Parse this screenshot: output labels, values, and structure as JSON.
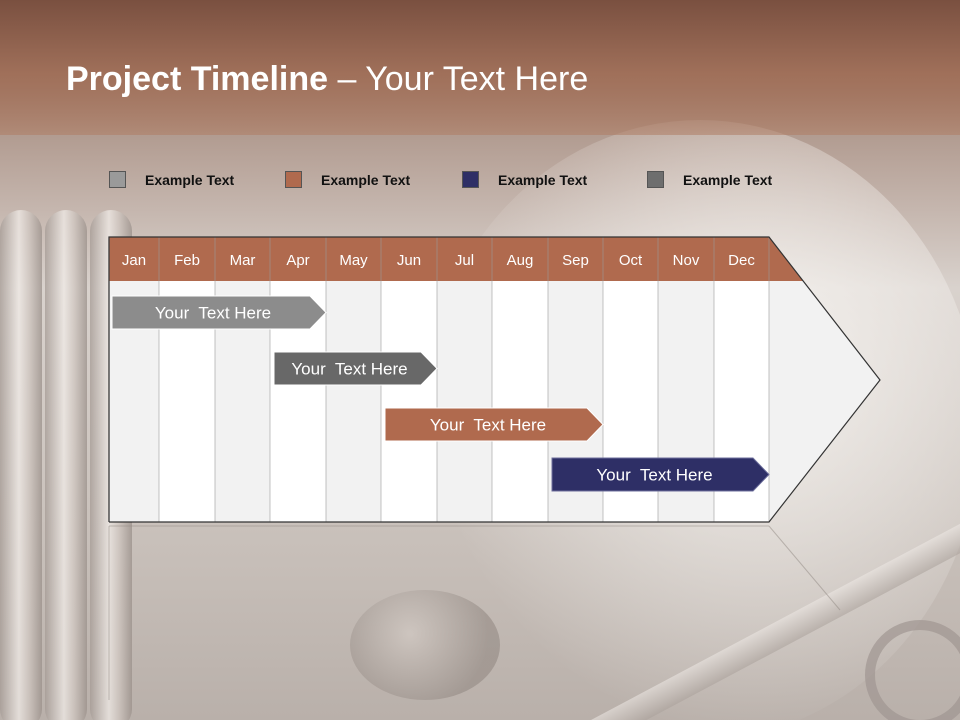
{
  "title": {
    "bold": "Project Timeline",
    "rest": " – Your Text Here"
  },
  "legend": [
    {
      "label": "Example Text",
      "color": "#9a9a9a"
    },
    {
      "label": "Example Text",
      "color": "#b06a4e"
    },
    {
      "label": "Example Text",
      "color": "#2e2f66"
    },
    {
      "label": "Example Text",
      "color": "#6e6e6e"
    }
  ],
  "months": [
    "Jan",
    "Feb",
    "Mar",
    "Apr",
    "May",
    "Jun",
    "Jul",
    "Aug",
    "Sep",
    "Oct",
    "Nov",
    "Dec"
  ],
  "colors": {
    "header": "#b06a4e",
    "grid_fill": "#f2f2f2",
    "grid_line": "#9a9a9a"
  },
  "tasks": [
    {
      "label": "Your  Text Here",
      "start_month": "Jan",
      "end_month": "Apr",
      "color": "#8c8c8c"
    },
    {
      "label": "Your  Text Here",
      "start_month": "Apr",
      "end_month": "Jun",
      "color": "#686868"
    },
    {
      "label": "Your  Text Here",
      "start_month": "Jun",
      "end_month": "Sep",
      "color": "#b06a4e"
    },
    {
      "label": "Your  Text Here",
      "start_month": "Sep",
      "end_month": "Dec",
      "color": "#2e2f66"
    }
  ]
}
